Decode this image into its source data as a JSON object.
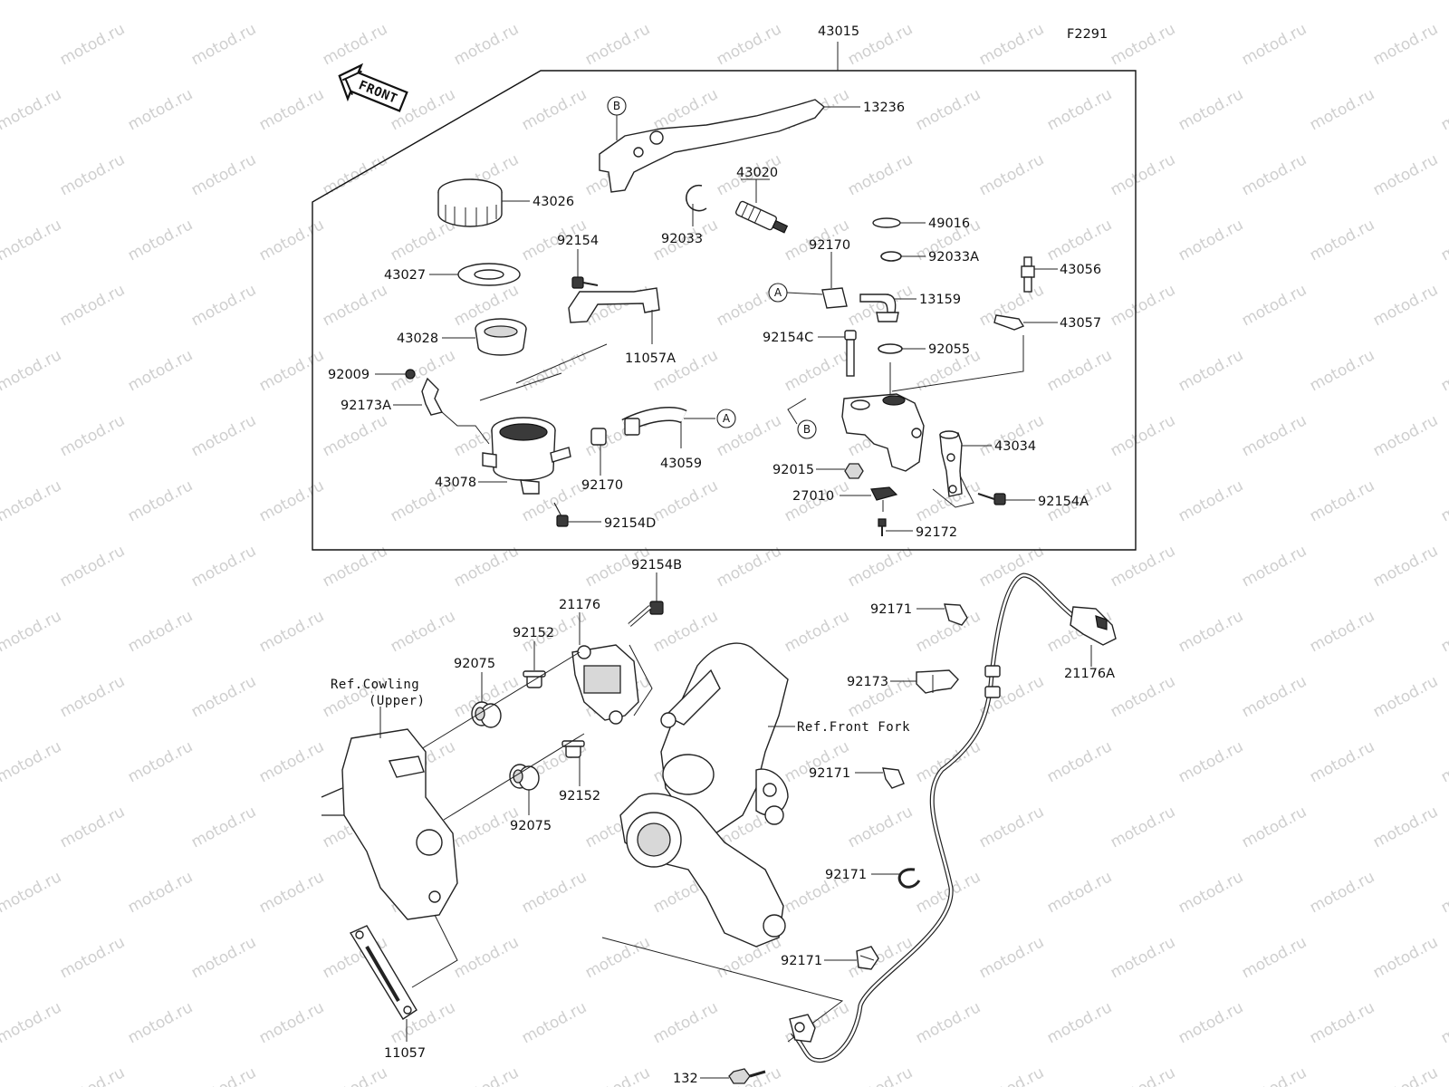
{
  "diagram": {
    "code": "F2291",
    "front_arrow_label": "FRONT",
    "watermark_text": "motod.ru",
    "assembly_label": "43015",
    "ref_labels": [
      "Ref.Cowling",
      "(Upper)",
      "Ref.Front Fork"
    ],
    "callouts": [
      "A",
      "B"
    ],
    "parts": [
      "13236",
      "43020",
      "43026",
      "92033",
      "43027",
      "92154",
      "49016",
      "92170",
      "92033A",
      "43056",
      "13159",
      "43057",
      "43028",
      "11057A",
      "92154C",
      "92055",
      "92009",
      "92173A",
      "43059",
      "43034",
      "43078",
      "92015",
      "27010",
      "92154A",
      "92154D",
      "92172",
      "92154B",
      "21176",
      "92152",
      "92075",
      "92171",
      "92173",
      "21176A",
      "11057",
      "132"
    ]
  }
}
